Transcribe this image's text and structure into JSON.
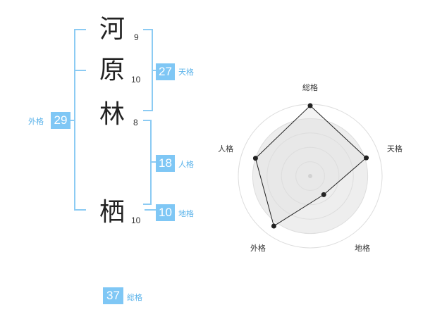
{
  "name": {
    "characters": [
      {
        "kanji": "河",
        "strokes": "9"
      },
      {
        "kanji": "原",
        "strokes": "10"
      },
      {
        "kanji": "林",
        "strokes": "8"
      },
      {
        "kanji": "栖",
        "strokes": "10"
      }
    ]
  },
  "fortune": {
    "tenkaku": {
      "value": "27",
      "label": "天格"
    },
    "jinkaku": {
      "value": "18",
      "label": "人格"
    },
    "chikaku": {
      "value": "10",
      "label": "地格"
    },
    "gaikaku": {
      "value": "29",
      "label": "外格"
    },
    "soukaku": {
      "value": "37",
      "label": "総格"
    }
  },
  "colors": {
    "accent": "#7fc7f5",
    "label": "#5bb3ea",
    "bracket": "#8ccbf3",
    "radar_fill": "#eeeeee",
    "ring_stroke": "#dddddd",
    "polygon_stroke": "#222222"
  },
  "radar": {
    "labels": [
      "総格",
      "天格",
      "地格",
      "外格",
      "人格"
    ],
    "scores": [
      0.98,
      0.82,
      0.32,
      0.86,
      0.8
    ],
    "levels": 5
  }
}
